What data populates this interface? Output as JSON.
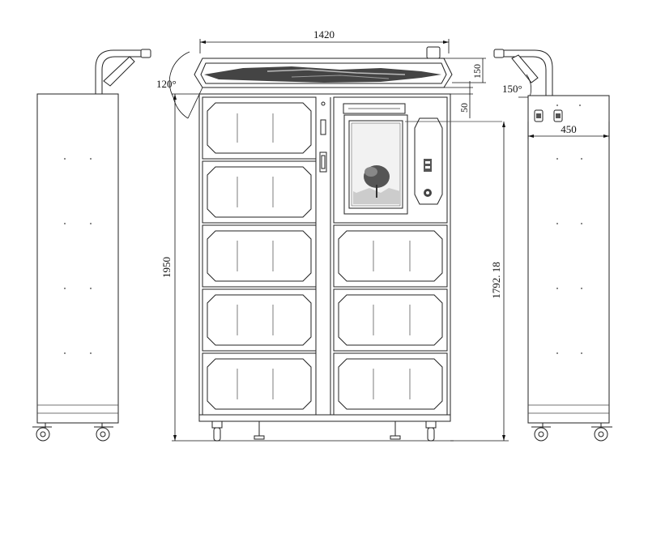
{
  "dimensions": {
    "width_total": "1420",
    "height_total": "1950",
    "height_inner": "1792. 18",
    "top_panel": "150",
    "gap": "50",
    "depth": "450"
  },
  "angles": {
    "left_lamp": "120°",
    "right_lamp": "150°"
  }
}
